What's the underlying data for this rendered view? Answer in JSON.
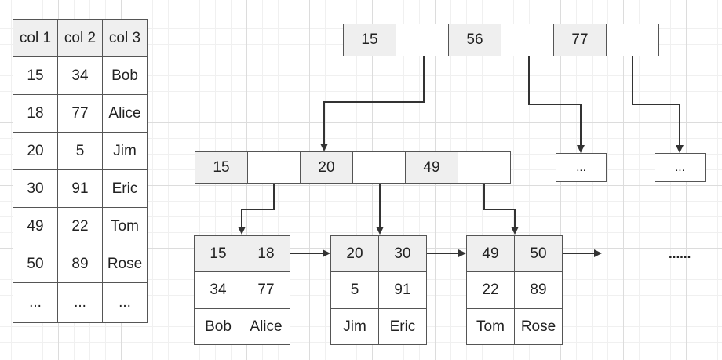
{
  "table": {
    "headers": [
      "col 1",
      "col 2",
      "col 3"
    ],
    "rows": [
      [
        "15",
        "34",
        "Bob"
      ],
      [
        "18",
        "77",
        "Alice"
      ],
      [
        "20",
        "5",
        "Jim"
      ],
      [
        "30",
        "91",
        "Eric"
      ],
      [
        "49",
        "22",
        "Tom"
      ],
      [
        "50",
        "89",
        "Rose"
      ],
      [
        "...",
        "...",
        "..."
      ]
    ]
  },
  "root_keys": [
    "15",
    "56",
    "77"
  ],
  "internal_keys": [
    "15",
    "20",
    "49"
  ],
  "placeholder_nodes": [
    "...",
    "..."
  ],
  "leaves": [
    {
      "keys": [
        "15",
        "18"
      ],
      "col2": [
        "34",
        "77"
      ],
      "col3": [
        "Bob",
        "Alice"
      ]
    },
    {
      "keys": [
        "20",
        "30"
      ],
      "col2": [
        "5",
        "91"
      ],
      "col3": [
        "Jim",
        "Eric"
      ]
    },
    {
      "keys": [
        "49",
        "50"
      ],
      "col2": [
        "22",
        "89"
      ],
      "col3": [
        "Tom",
        "Rose"
      ]
    }
  ],
  "continuation": "......",
  "colors": {
    "key_fill": "#efefef",
    "border": "#555555",
    "arrow": "#333333"
  }
}
